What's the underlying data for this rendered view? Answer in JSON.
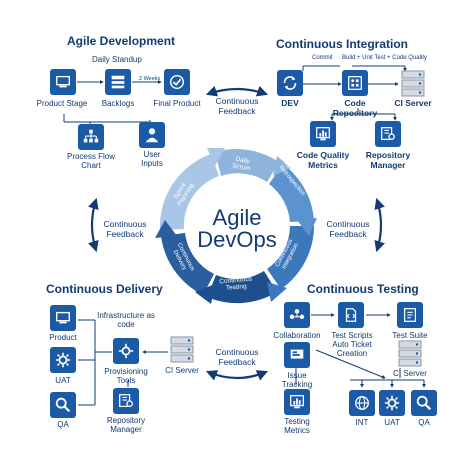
{
  "sections": {
    "agile": {
      "title": "Agile Development",
      "daily_standup": "Daily Standup",
      "two_weeks": "2 Weeks",
      "items": [
        "Product Stage",
        "Backlogs",
        "Final Product",
        "Process Flow Chart",
        "User Inputs"
      ]
    },
    "ci": {
      "title": "Continuous Integration",
      "commit": "Commit",
      "build": "Build + Unit Test + Code Quality",
      "items": [
        "DEV",
        "Code Repository",
        "CI Server",
        "Code Quality Metrics",
        "Repository Manager"
      ]
    },
    "cd": {
      "title": "Continuous Delivery",
      "infra": "Infrastructure as code",
      "items": [
        "Product",
        "UAT",
        "QA",
        "Provisioning Tools",
        "Repository Manager",
        "CI Server"
      ]
    },
    "ct": {
      "title": "Continuous Testing",
      "items": [
        "Collaboration",
        "Test Scripts",
        "Test Suite",
        "Auto Ticket Creation",
        "Issue Tracking",
        "CI Server",
        "Testing Metrics",
        "INT",
        "UAT",
        "QA"
      ]
    }
  },
  "feedback": {
    "top": "Continuous Feedback",
    "left": "Continuous Feedback",
    "right": "Continuous Feedback",
    "bottom": "Continuous Feedback"
  },
  "center": {
    "title_line1": "Agile",
    "title_line2": "DevOps",
    "segments": [
      "Daily Scrum",
      "Sprint Review Retrospection",
      "Continuous Integration",
      "Continuous Testing",
      "Continuous Delivery",
      "Sprint Planning"
    ]
  },
  "colors": {
    "icon_blue": "#1b5aa6",
    "dark_navy": "#123b73",
    "ring_light": "#8eb3dc",
    "ring_mid": "#4d86c4",
    "ring_dark": "#1d4f8f"
  }
}
